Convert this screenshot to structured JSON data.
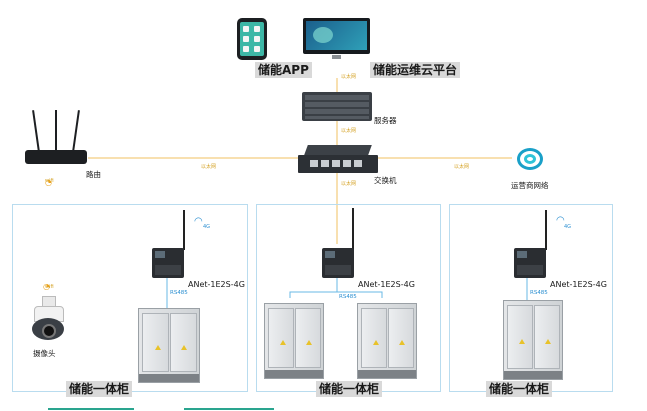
{
  "labels": {
    "app": "储能APP",
    "cloud": "储能运维云平台",
    "server": "服务器",
    "switch": "交换机",
    "router": "路由",
    "carrier": "运营商网络",
    "camera": "摄像头",
    "ethernet": "以太网",
    "wifi": "wifi",
    "rs485": "RS485",
    "signal_4g": "4G"
  },
  "groups": [
    {
      "model": "ANet-1E2S-4G",
      "title": "储能一体柜",
      "cabinets": 1
    },
    {
      "model": "ANet-1E2S-4G",
      "title": "储能一体柜",
      "cabinets": 2
    },
    {
      "model": "ANet-1E2S-4G",
      "title": "储能一体柜",
      "cabinets": 1
    }
  ],
  "colors": {
    "link_line": "#f0c060",
    "rs485_line": "#6ab8e6",
    "group_border": "#b9dcef",
    "label_bg": "#d9d9d9"
  }
}
